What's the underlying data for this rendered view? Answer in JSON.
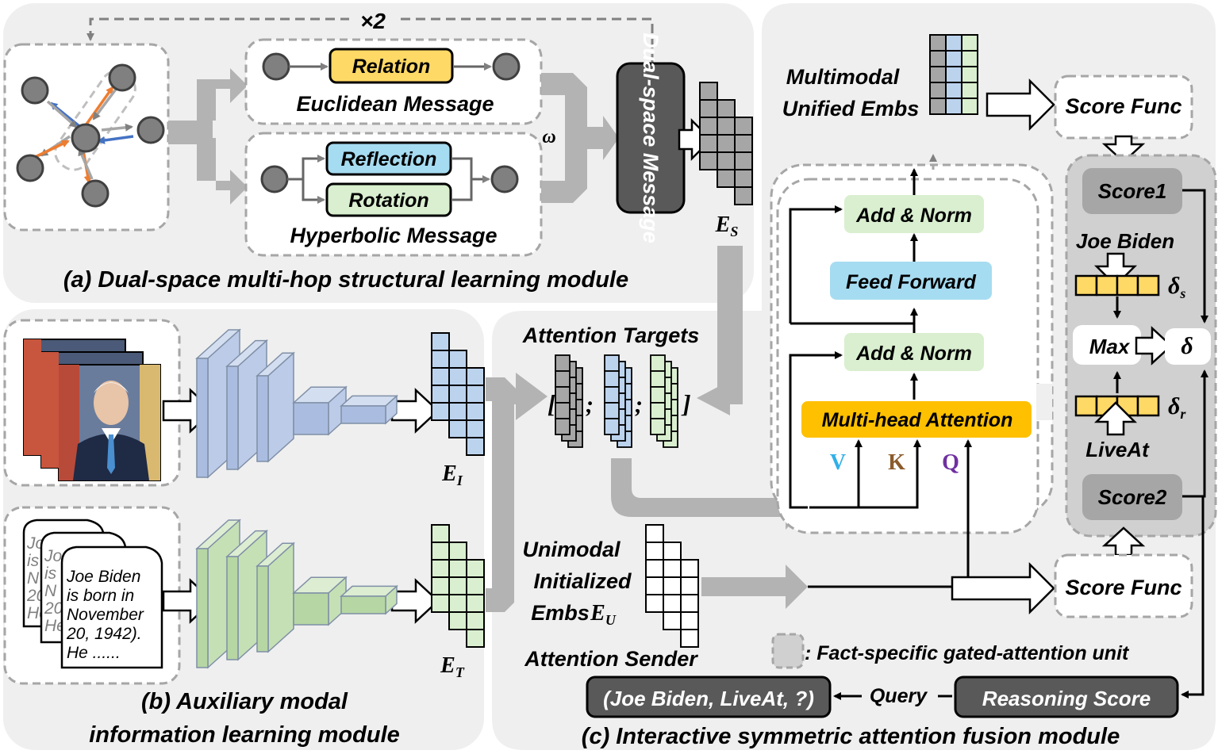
{
  "module_a": {
    "caption": "(a) Dual-space multi-hop structural learning module",
    "loop_label": "×2",
    "relation": "Relation",
    "euclidean": "Euclidean Message",
    "reflection": "Reflection",
    "rotation": "Rotation",
    "hyperbolic": "Hyperbolic Message",
    "omega": "ω",
    "dual_space": "Dual-space Message",
    "es_base": "E",
    "es_sub": "S"
  },
  "module_b": {
    "caption_line1": "(b) Auxiliary modal",
    "caption_line2": "information learning module",
    "ei_base": "E",
    "ei_sub": "I",
    "et_base": "E",
    "et_sub": "T",
    "doc_back": [
      "Jo",
      "is",
      "N",
      "20",
      "He"
    ],
    "doc_mid": [
      "Joe Bide",
      "is",
      "N",
      "20",
      "He"
    ],
    "doc_front": [
      "Joe Biden",
      "is born in",
      "November",
      "20, 1942).",
      "He ......"
    ]
  },
  "module_c": {
    "caption": "(c) Interactive symmetric attention fusion module",
    "attention_targets": "Attention Targets",
    "unimodal": [
      "Unimodal",
      "Initialized",
      "Embs"
    ],
    "eu_base": "E",
    "eu_sub": "U",
    "attention_sender": "Attention Sender",
    "add_norm": "Add & Norm",
    "feed_forward": "Feed Forward",
    "multi_head": "Multi-head Attention",
    "v": "V",
    "k": "K",
    "q": "Q",
    "multimodal": [
      "Multimodal",
      "Unified Embs"
    ],
    "score_func": "Score Func",
    "score1": "Score1",
    "score2": "Score2",
    "joe_biden": "Joe Biden",
    "live_at": "LiveAt",
    "delta": "δ",
    "delta_s": "s",
    "delta_r": "r",
    "max": "Max",
    "legend": ": Fact-specific gated-attention unit",
    "query_tuple": "(Joe Biden, LiveAt, ?)",
    "query": "Query",
    "reasoning": "Reasoning Score"
  },
  "colors": {
    "panel": "#efefef",
    "gray_arrow": "#b3b3b3",
    "yellow": "#ffd966",
    "blue": "#bcd3ee",
    "green": "#d9efcf",
    "cyan": "#a6dcf1",
    "orange_box": "#ffc000",
    "dark": "#595959",
    "score_gray": "#a6a6a6",
    "v_color": "#31b0e8",
    "k_color": "#8b5a2b",
    "q_color": "#7030a0"
  }
}
